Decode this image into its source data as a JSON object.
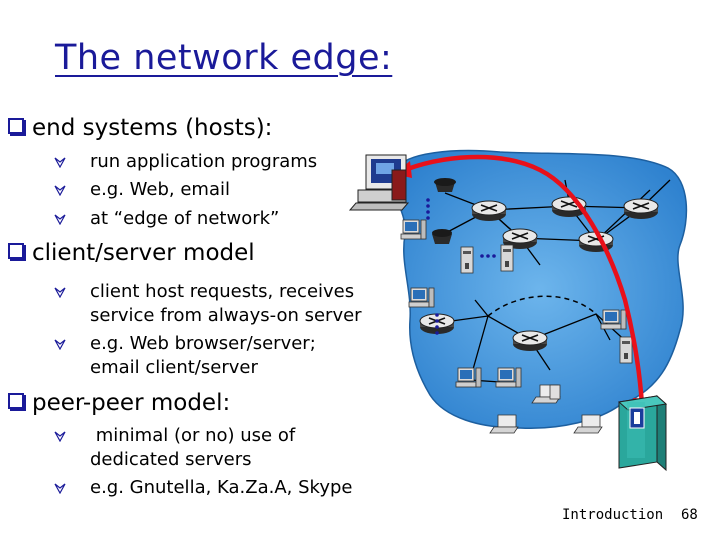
{
  "slide": {
    "title": "The network edge:",
    "sections": [
      {
        "heading": "end systems (hosts):",
        "items": [
          [
            "run application programs"
          ],
          [
            "e.g. Web, email"
          ],
          [
            "at “edge of network”"
          ]
        ]
      },
      {
        "heading": "client/server model",
        "items": [
          [
            "client host requests, receives",
            "service from always-on server"
          ],
          [
            "e.g. Web browser/server;",
            "email client/server"
          ]
        ]
      },
      {
        "heading": "peer-peer model:",
        "items": [
          [
            " minimal (or no) use of",
            "dedicated servers"
          ],
          [
            "e.g. Gnutella, Ka.Za.A, Skype"
          ]
        ]
      }
    ],
    "footer_label": "Introduction",
    "page_number": "68"
  },
  "colors": {
    "title": "#1a1a99",
    "bullet": "#1a1a99",
    "network_blob": "#3b8fd6",
    "arrow": "#e8101a",
    "server": "#33b3a8"
  },
  "icons": {
    "section_bullet": "checkbox-bullet-icon",
    "item_bullet": "check-diamond-icon"
  }
}
